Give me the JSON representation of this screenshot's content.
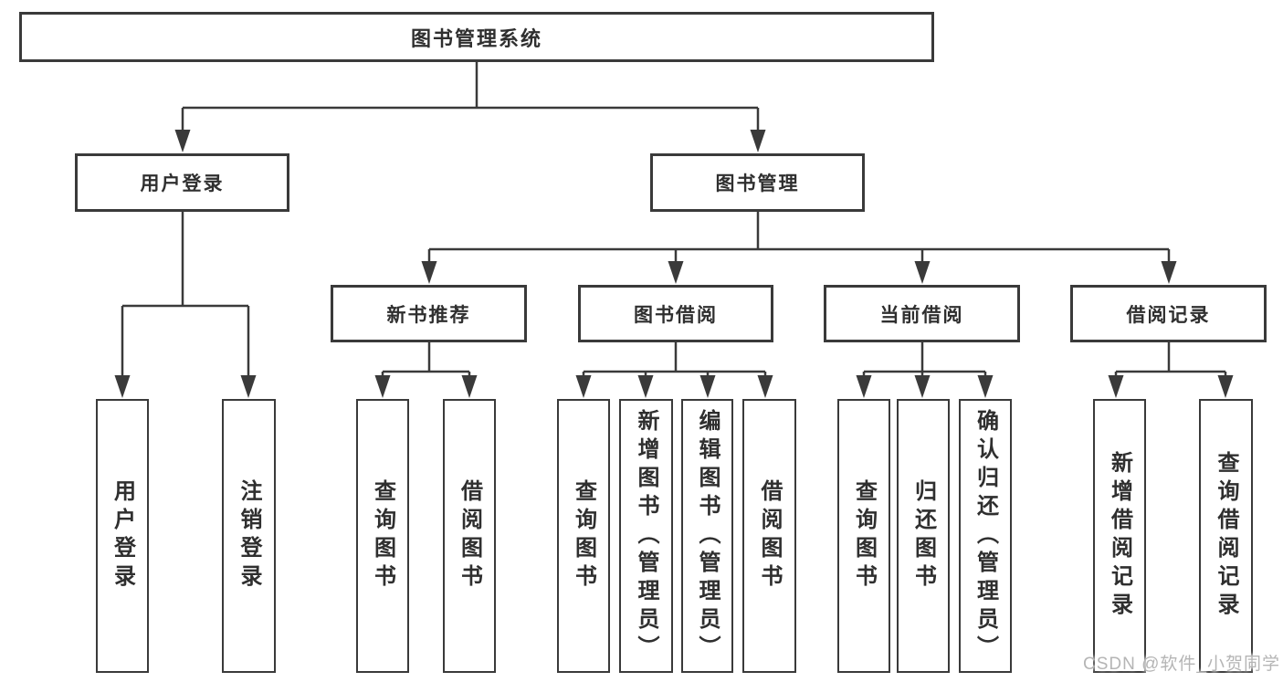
{
  "tree": {
    "label": "图书管理系统",
    "children": [
      {
        "label": "用户登录",
        "children": [
          {
            "label": "用户登录"
          },
          {
            "label": "注销登录"
          }
        ]
      },
      {
        "label": "图书管理",
        "children": [
          {
            "label": "新书推荐",
            "children": [
              {
                "label": "查询图书"
              },
              {
                "label": "借阅图书"
              }
            ]
          },
          {
            "label": "图书借阅",
            "children": [
              {
                "label": "查询图书"
              },
              {
                "label": "新增图书（管理员）"
              },
              {
                "label": "编辑图书（管理员）"
              },
              {
                "label": "借阅图书"
              }
            ]
          },
          {
            "label": "当前借阅",
            "children": [
              {
                "label": "查询图书"
              },
              {
                "label": "归还图书"
              },
              {
                "label": "确认归还（管理员）"
              }
            ]
          },
          {
            "label": "借阅记录",
            "children": [
              {
                "label": "新增借阅记录"
              },
              {
                "label": "查询借阅记录"
              }
            ]
          }
        ]
      }
    ]
  },
  "watermark": {
    "label": "CSDN @软件_小贺同学"
  },
  "colors": {
    "line": "#3a3a3a",
    "node_border": "#3a3a3a",
    "node_text": "#2f2f2f",
    "watermark_text": "#b5b5b5",
    "background": "#ffffff"
  }
}
